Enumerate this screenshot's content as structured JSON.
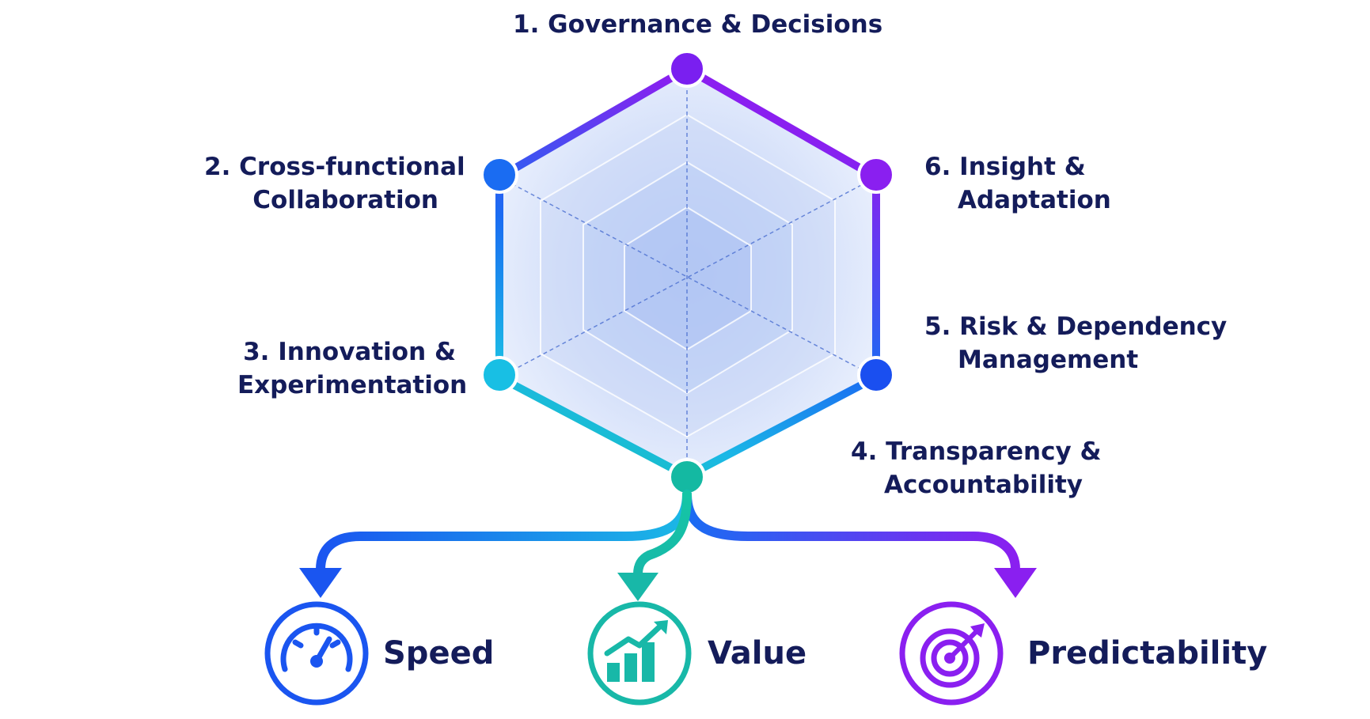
{
  "dimensions": [
    {
      "number": "1.",
      "lines": [
        "Governance & Decisions"
      ],
      "color": "#7a1ff0"
    },
    {
      "number": "2.",
      "lines": [
        "Cross-functional",
        "Collaboration"
      ],
      "color": "#1a6cf2"
    },
    {
      "number": "3.",
      "lines": [
        "Innovation &",
        "Experimentation"
      ],
      "color": "#18bfe4"
    },
    {
      "number": "4.",
      "lines": [
        "Transparency &",
        "Accountability"
      ],
      "color": "#14b9a2"
    },
    {
      "number": "5.",
      "lines": [
        "Risk & Dependency",
        "Management"
      ],
      "color": "#1a4ff0"
    },
    {
      "number": "6.",
      "lines": [
        "Insight &",
        "Adaptation"
      ],
      "color": "#8a1ff0"
    }
  ],
  "outcomes": [
    {
      "label": "Speed",
      "icon": "speedometer-icon",
      "color": "#1a55f0"
    },
    {
      "label": "Value",
      "icon": "bar-chart-trend-icon",
      "color": "#18b8a8"
    },
    {
      "label": "Predictability",
      "icon": "target-icon",
      "color": "#8a1ff0"
    }
  ],
  "colors": {
    "text": "#141c5a",
    "blue": "#1a55f0",
    "teal": "#18b8a8",
    "purple": "#8a1ff0",
    "hexagon_fill": "#e3ebfb"
  }
}
